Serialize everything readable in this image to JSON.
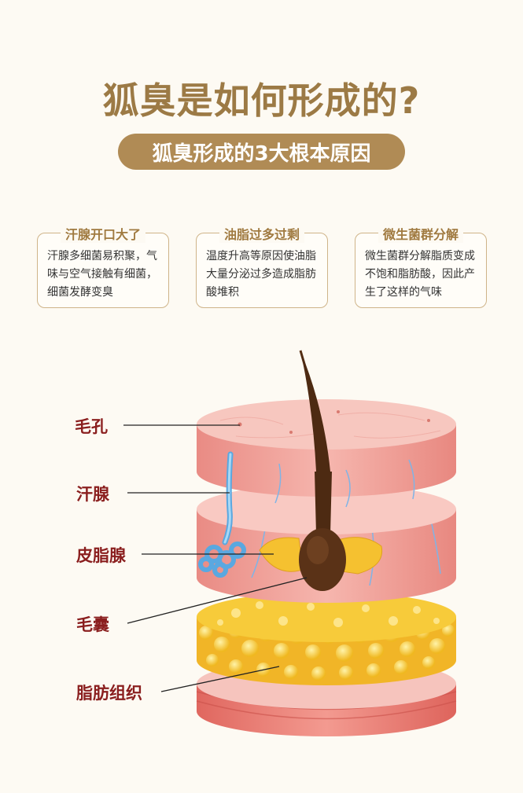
{
  "title": "狐臭是如何形成的?",
  "subtitle": "狐臭形成的3大根本原因",
  "causes": [
    {
      "title": "汗腺开口大了",
      "text": "汗腺多细菌易积聚，气味与空气接触有细菌，细菌发酵变臭"
    },
    {
      "title": "油脂过多过剩",
      "text": "温度升高等原因使油脂大量分泌过多造成脂肪酸堆积"
    },
    {
      "title": "微生菌群分解",
      "text": "微生菌群分解脂质变成不饱和脂肪酸，因此产生了这样的气味"
    }
  ],
  "labels": {
    "pore": "毛孔",
    "sweat_gland": "汗腺",
    "sebaceous_gland": "皮脂腺",
    "hair_follicle": "毛囊",
    "fat_tissue": "脂肪组织"
  },
  "colors": {
    "title": "#9c7a45",
    "pill": "#b08b55",
    "label": "#8a1e1e",
    "skin": "#f2b5ae",
    "fat": "#f4c430",
    "hair": "#5a3217",
    "sweat": "#6ab7e8"
  }
}
